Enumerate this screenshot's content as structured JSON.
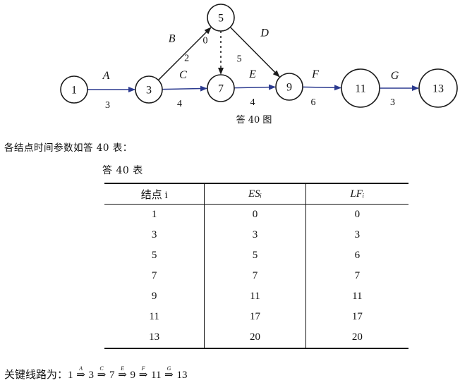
{
  "network": {
    "nodes": [
      "1",
      "3",
      "5",
      "7",
      "9",
      "11",
      "13"
    ],
    "edges": [
      {
        "activity": "A",
        "duration": "3",
        "from": "1",
        "to": "3"
      },
      {
        "activity": "B",
        "duration": "2",
        "from": "3",
        "to": "5"
      },
      {
        "activity": "C",
        "duration": "4",
        "from": "3",
        "to": "7"
      },
      {
        "activity": "",
        "duration": "0",
        "from": "5",
        "to": "7"
      },
      {
        "activity": "D",
        "duration": "5",
        "from": "5",
        "to": "9"
      },
      {
        "activity": "E",
        "duration": "4",
        "from": "7",
        "to": "9"
      },
      {
        "activity": "F",
        "duration": "6",
        "from": "9",
        "to": "11"
      },
      {
        "activity": "G",
        "duration": "3",
        "from": "11",
        "to": "13"
      }
    ],
    "caption": "答 40 图"
  },
  "intro_text": "各结点时间参数如答 40 表：",
  "table": {
    "title": "答 40 表",
    "headers": [
      "结点 i",
      "ESᵢ",
      "LFᵢ"
    ],
    "rows": [
      [
        "1",
        "0",
        "0"
      ],
      [
        "3",
        "3",
        "3"
      ],
      [
        "5",
        "5",
        "6"
      ],
      [
        "7",
        "7",
        "7"
      ],
      [
        "9",
        "11",
        "11"
      ],
      [
        "11",
        "17",
        "17"
      ],
      [
        "13",
        "20",
        "20"
      ]
    ]
  },
  "critical_path": {
    "label": "关键线路为：",
    "nodes": [
      "1",
      "3",
      "7",
      "9",
      "11",
      "13"
    ],
    "activities": [
      "A",
      "C",
      "E",
      "F",
      "G"
    ],
    "arrow": "⇒"
  },
  "colors": {
    "critical_edge": "#2b3a8f",
    "line": "#1a1a1a"
  }
}
